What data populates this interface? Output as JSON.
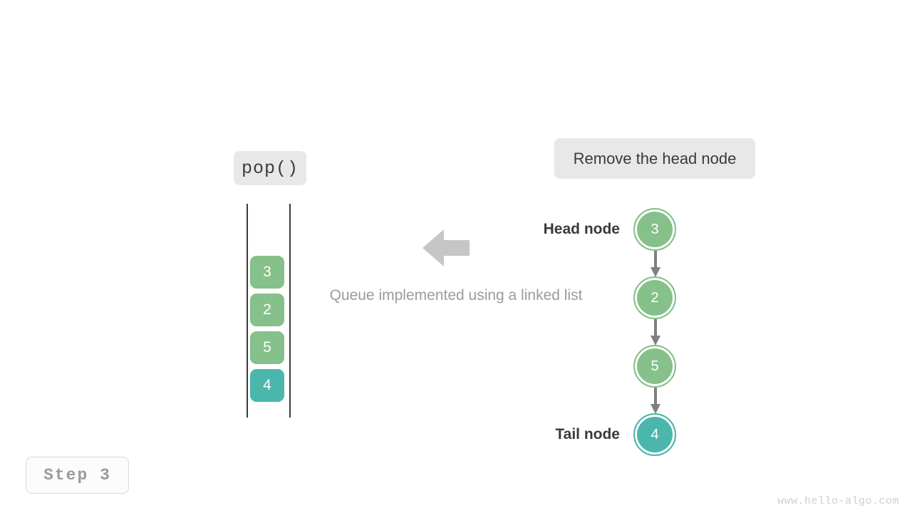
{
  "diagram": {
    "operation_label": "pop()",
    "action_label": "Remove the head node",
    "caption": "Queue implemented using a linked list",
    "step_label": "Step 3",
    "watermark": "www.hello-algo.com",
    "colors": {
      "green": "#86c08a",
      "teal": "#4bb6ac",
      "arrow_gray": "#808080",
      "chip_bg": "#e8e8e8",
      "text_dark": "#3a3a3a",
      "text_muted": "#9b9b9b"
    }
  },
  "queue_container": {
    "cells": [
      {
        "value": "3",
        "color": "green"
      },
      {
        "value": "2",
        "color": "green"
      },
      {
        "value": "5",
        "color": "green"
      },
      {
        "value": "4",
        "color": "teal"
      }
    ]
  },
  "linked_list": {
    "head_label": "Head node",
    "tail_label": "Tail node",
    "nodes": [
      {
        "value": "3",
        "color": "green"
      },
      {
        "value": "2",
        "color": "green"
      },
      {
        "value": "5",
        "color": "green"
      },
      {
        "value": "4",
        "color": "teal"
      }
    ]
  }
}
